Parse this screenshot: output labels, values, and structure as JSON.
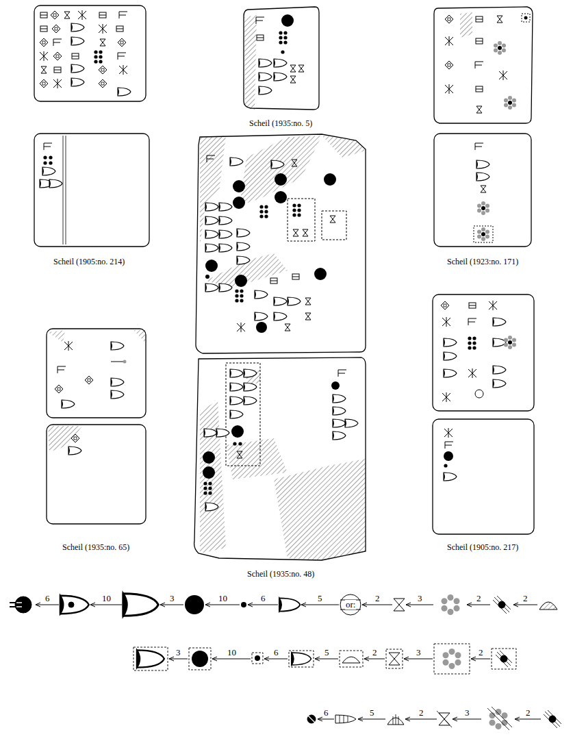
{
  "diagram": {
    "labels": [
      "Scheil (1935:no. 5)",
      "Scheil (1905:no. 214)",
      "Scheil (1923:no. 171)",
      "Scheil (1935:no. 65)",
      "Scheil (1905:no. 217)",
      "Scheil (1935:no. 48)",
      "6",
      "10",
      "3",
      "10",
      "6",
      "5",
      "or:",
      "2",
      "3",
      "2",
      "2",
      "3",
      "10",
      "6",
      "5",
      "2",
      "3",
      "2",
      "6",
      "5",
      "2",
      "3",
      "2"
    ]
  }
}
